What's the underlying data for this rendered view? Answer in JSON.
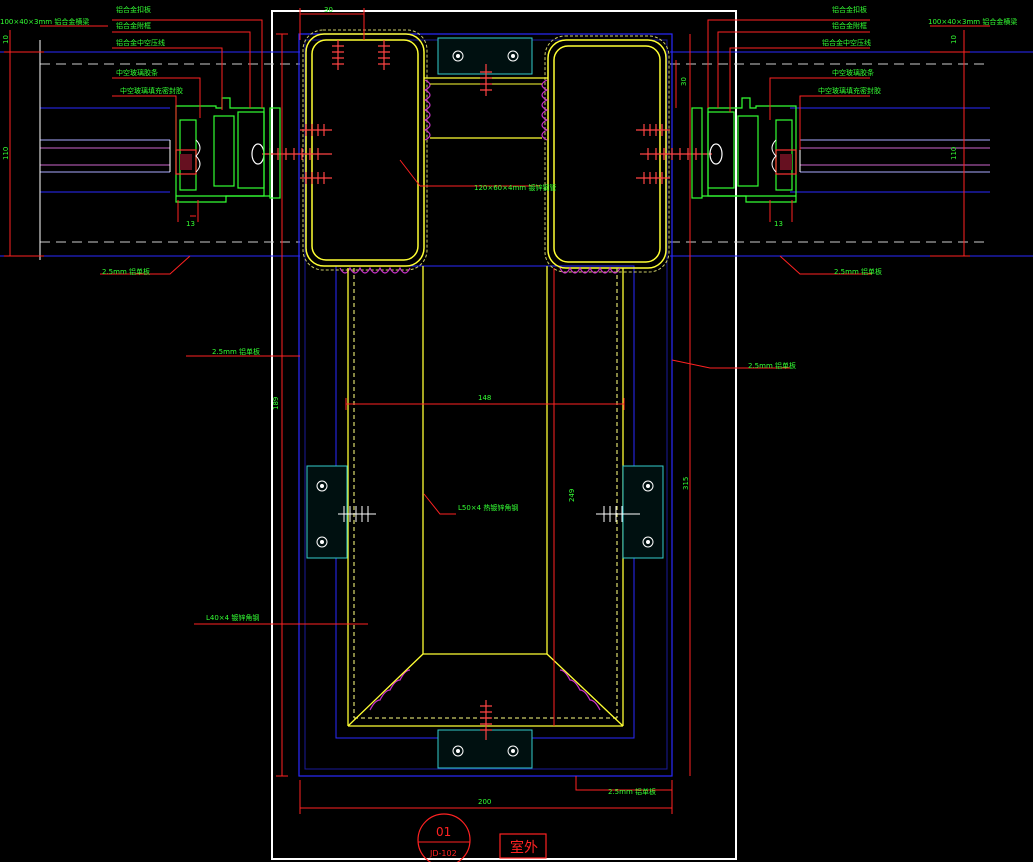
{
  "drawing": {
    "colors": {
      "background": "#000000",
      "frame": "#ffffff",
      "blue": "#2a2aff",
      "navy": "#1a1a9a",
      "yellow": "#ffff33",
      "green": "#33ff33",
      "red": "#ff2222",
      "magenta": "#cc33cc",
      "cyan": "#33cccc",
      "white": "#ffffff",
      "gray": "#aaaaaa"
    },
    "labels": {
      "left_beam": "100×40×3mm 铝合金横梁",
      "left_alu_cover": "铝合金扣板",
      "left_alu_frame": "铝合金附框",
      "left_alu_strip": "铝合金中空压线",
      "left_gasket": "中空玻璃胶条",
      "left_glass_seal": "中空玻璃填充密封胶",
      "right_alu_cover": "铝合金扣板",
      "right_beam": "100×40×3mm 铝合金横梁",
      "right_alu_frame": "铝合金附框",
      "right_alu_strip": "铝合金中空压线",
      "right_gasket": "中空玻璃胶条",
      "right_glass_seal": "中空玻璃填充密封胶",
      "steel_tube": "120×60×4mm 镀锌钢管",
      "left_plate_upper": "2.5mm 铝单板",
      "right_plate_upper": "2.5mm 铝单板",
      "left_plate_mid": "2.5mm 铝单板",
      "right_plate_mid": "2.5mm 铝单板",
      "bottom_plate": "2.5mm 铝单板",
      "angle_l50": "L50×4 热镀锌角钢",
      "angle_l40": "L40×4 镀锌角钢",
      "outdoor": "室外",
      "detail_number": "01",
      "detail_ref": "JD-102"
    },
    "dimensions": {
      "top_30": "30",
      "left_110": "110",
      "left_13": "13",
      "left_10": "10",
      "right_30": "30",
      "right_110": "110",
      "right_13": "13",
      "right_10": "10",
      "inner_148": "148",
      "left_189": "189",
      "inner_249": "249",
      "right_315": "315",
      "bottom_200": "200"
    }
  }
}
